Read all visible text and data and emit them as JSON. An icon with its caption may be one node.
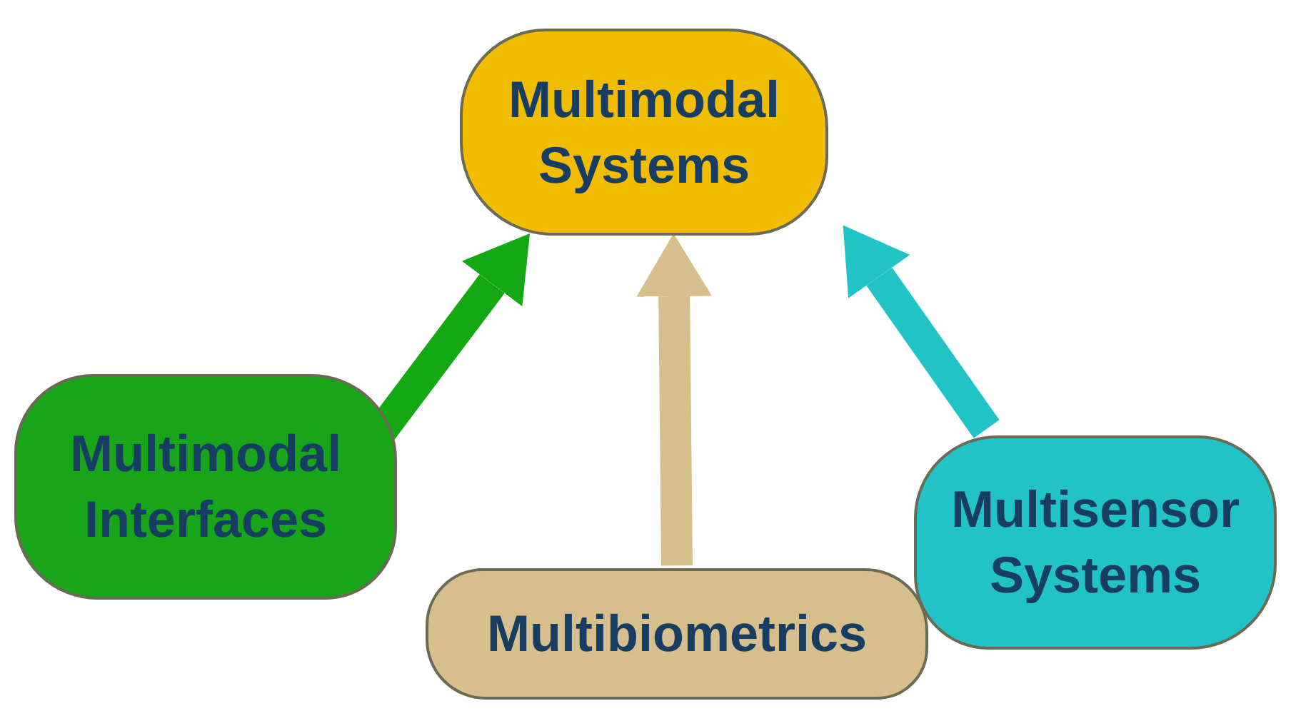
{
  "diagram": {
    "nodes": [
      {
        "text": [
          "Multimodal Systems"
        ]
      },
      {
        "text": [
          "Multimodal Interfaces"
        ]
      },
      {
        "text": [
          "Multibiometrics"
        ]
      },
      {
        "text": [
          "Multisensor Systems"
        ]
      }
    ],
    "edges": [
      {
        "from": 1,
        "to": 0,
        "arrow": "to",
        "color": "#14a814"
      },
      {
        "from": 2,
        "to": 0,
        "arrow": "to",
        "color": "#d6bf8c"
      },
      {
        "from": 3,
        "to": 0,
        "arrow": "to",
        "color": "#22c3c6"
      }
    ]
  }
}
